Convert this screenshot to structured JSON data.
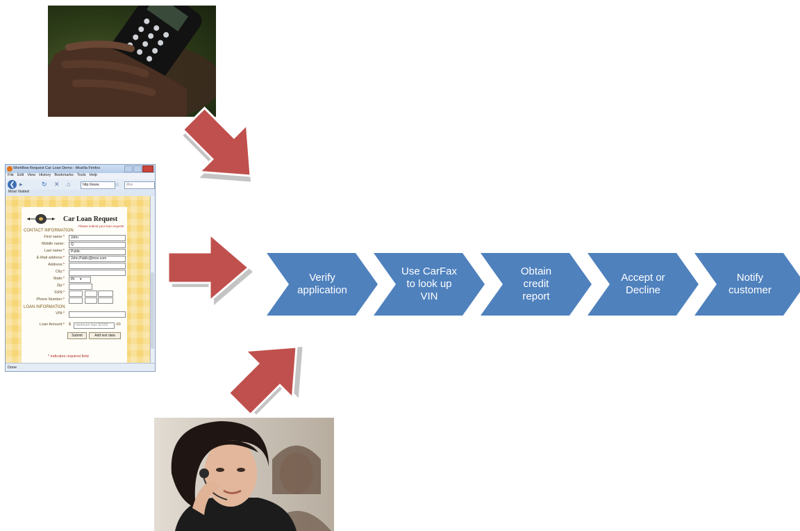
{
  "colors": {
    "chevron_fill": "#4f81bd",
    "chevron_text": "#ffffff",
    "arrow_fill": "#c0504d",
    "arrow_edge": "#ffffff",
    "arrow_shadow": "#c4c4c4"
  },
  "process_steps": [
    {
      "label": "Verify\napplication"
    },
    {
      "label": "Use CarFax\nto look up\nVIN"
    },
    {
      "label": "Obtain\ncredit\nreport"
    },
    {
      "label": "Accept or\nDecline"
    },
    {
      "label": "Notify\ncustomer"
    }
  ],
  "photos": {
    "top_image": "hand-holding-mobile-phone",
    "bottom_image": "woman-with-headset"
  },
  "browser": {
    "window_title": "Workflow Request Car Loan Demo - Mozilla Firefox",
    "menu_items": [
      "File",
      "Edit",
      "View",
      "History",
      "Bookmarks",
      "Tools",
      "Help"
    ],
    "url_value": "http://www.",
    "search_placeholder": "Msn",
    "bookmarks_item": "Most Visited",
    "status_text": "Done",
    "form": {
      "title": "Car Loan Request",
      "subtitle": "Please submit your loan request!",
      "contact_section": "CONTACT INFORMATION",
      "loan_section": "LOAN INFORMATION",
      "fields": [
        {
          "label": "First name:",
          "value": "John"
        },
        {
          "label": "Middle name:",
          "value": "Q"
        },
        {
          "label": "Last name:",
          "value": "Public"
        },
        {
          "label": "E-Mail address:",
          "value": "John.Public@msn.com"
        },
        {
          "label": "Address:",
          "value": ""
        },
        {
          "label": "City:",
          "value": ""
        },
        {
          "label": "State:",
          "value": "IN"
        },
        {
          "label": "Zip:",
          "value": ""
        },
        {
          "label": "SSN:",
          "value": ""
        },
        {
          "label": "Phone Number:",
          "value": ""
        }
      ],
      "vin_label": "VIN:",
      "loan_label": "Loan Amount:",
      "loan_currency": "$",
      "loan_placeholder": "minimum loan $1500",
      "loan_cents": ".00",
      "submit_label": "Submit",
      "test_data_label": "Add test data",
      "required_note": "* indicates required field"
    }
  }
}
